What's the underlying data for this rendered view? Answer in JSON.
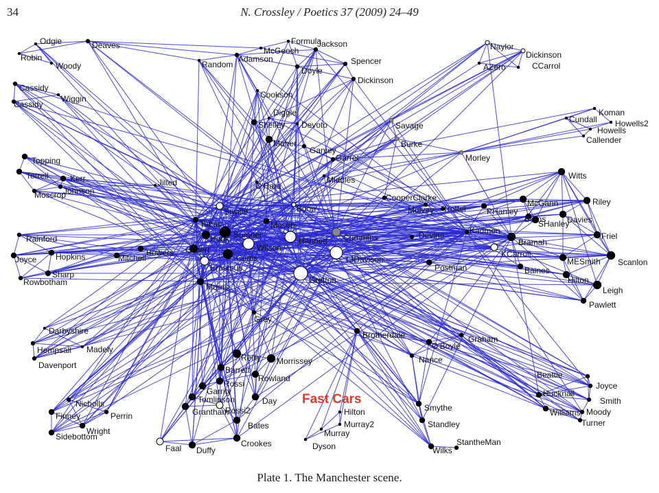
{
  "header": {
    "page_number": "34",
    "running_title": "N. Crossley / Poetics 37 (2009) 24–49"
  },
  "caption": "Plate 1.  The Manchester scene.",
  "annotation": {
    "text": "Fast Cars",
    "color": "#e03b2e"
  },
  "colors": {
    "edge": "#2a2ad0",
    "node": "#000000",
    "node_hollow": "#ffffff",
    "node_grey": "#888888"
  },
  "nodes": [
    {
      "id": "Odgie",
      "label": "Odgie"
    },
    {
      "id": "Robin",
      "label": "Robin"
    },
    {
      "id": "Woody",
      "label": "Woody"
    },
    {
      "id": "Deaves",
      "label": "Deaves"
    },
    {
      "id": "Cassidy",
      "label": "Cassidy"
    },
    {
      "id": "Cassidy2",
      "label": "Cassidy"
    },
    {
      "id": "Wiggin",
      "label": "Wiggin"
    },
    {
      "id": "Random",
      "label": "Random"
    },
    {
      "id": "Adamson",
      "label": "Adamson"
    },
    {
      "id": "McGeoch",
      "label": "McGeoch"
    },
    {
      "id": "Formula",
      "label": "Formula"
    },
    {
      "id": "Jackson",
      "label": "Jackson"
    },
    {
      "id": "Spencer",
      "label": "Spencer"
    },
    {
      "id": "Doyle",
      "label": "Doyle"
    },
    {
      "id": "Dickinson",
      "label": "Dickinson"
    },
    {
      "id": "Cookson",
      "label": "Cookson"
    },
    {
      "id": "Diggle",
      "label": "Diggle"
    },
    {
      "id": "Shelley",
      "label": "Shelley"
    },
    {
      "id": "Devoto",
      "label": "Devoto"
    },
    {
      "id": "Maher",
      "label": "Maher"
    },
    {
      "id": "Garvey",
      "label": "Garvey"
    },
    {
      "id": "Garret",
      "label": "Garret"
    },
    {
      "id": "Naylor",
      "label": "Naylor"
    },
    {
      "id": "Dickinson2",
      "label": "Dickinson"
    },
    {
      "id": "AZero",
      "label": "AZero"
    },
    {
      "id": "CCarrol",
      "label": "CCarrol"
    },
    {
      "id": "Savage",
      "label": "Savage"
    },
    {
      "id": "Burke",
      "label": "Burke"
    },
    {
      "id": "Morley",
      "label": "Morley"
    },
    {
      "id": "Koman",
      "label": "Koman"
    },
    {
      "id": "Cundall",
      "label": "Cundall"
    },
    {
      "id": "Howells2",
      "label": "Howells2"
    },
    {
      "id": "Howells",
      "label": "Howells"
    },
    {
      "id": "Callender",
      "label": "Callender"
    },
    {
      "id": "Topping",
      "label": "Topping"
    },
    {
      "id": "Terrell",
      "label": "Terrell"
    },
    {
      "id": "Kerr",
      "label": "Kerr"
    },
    {
      "id": "Johnson",
      "label": "Johnson"
    },
    {
      "id": "Moscrop",
      "label": "Moscrop"
    },
    {
      "id": "Jilted",
      "label": "Jilted"
    },
    {
      "id": "OHara",
      "label": "O'Hara"
    },
    {
      "id": "Middles",
      "label": "Middles"
    },
    {
      "id": "Saville",
      "label": "Saville"
    },
    {
      "id": "Boon",
      "label": "Boon"
    },
    {
      "id": "Tabac",
      "label": "Tabac"
    },
    {
      "id": "Mason",
      "label": "Mason"
    },
    {
      "id": "Hook",
      "label": "Hook"
    },
    {
      "id": "Sumner",
      "label": "Sumner"
    },
    {
      "id": "Hannett",
      "label": "Hannett"
    },
    {
      "id": "Cummins",
      "label": "Cummins"
    },
    {
      "id": "Gilbert",
      "label": "Gilbert"
    },
    {
      "id": "Wilson",
      "label": "Wilson"
    },
    {
      "id": "Curtis",
      "label": "Curtis"
    },
    {
      "id": "TJDavison",
      "label": "TJDavison"
    },
    {
      "id": "Erasmus",
      "label": "Erasmus"
    },
    {
      "id": "Gretton",
      "label": "Gretton"
    },
    {
      "id": "Morris",
      "label": "Morris"
    },
    {
      "id": "CooperClarke",
      "label": "CooperClarke"
    },
    {
      "id": "Mulvey",
      "label": "Mulvey"
    },
    {
      "id": "Trotter",
      "label": "Trotter"
    },
    {
      "id": "Devine",
      "label": "Devine"
    },
    {
      "id": "Kadmon",
      "label": "Kadmon"
    },
    {
      "id": "PHanley",
      "label": "PHanley"
    },
    {
      "id": "McGann",
      "label": "McGann"
    },
    {
      "id": "Burns",
      "label": "Burns"
    },
    {
      "id": "SHanley",
      "label": "SHanley"
    },
    {
      "id": "Bramah",
      "label": "Bramah"
    },
    {
      "id": "KCarroll",
      "label": "KCarroll"
    },
    {
      "id": "Baines",
      "label": "Baines"
    },
    {
      "id": "Postman",
      "label": "Postman"
    },
    {
      "id": "Witts",
      "label": "Witts"
    },
    {
      "id": "Riley",
      "label": "Riley"
    },
    {
      "id": "Davies",
      "label": "Davies"
    },
    {
      "id": "Friel",
      "label": "Friel"
    },
    {
      "id": "MESmith",
      "label": "MESmith"
    },
    {
      "id": "Scanlon",
      "label": "Scanlon"
    },
    {
      "id": "Hilton",
      "label": "Hilton"
    },
    {
      "id": "Leigh",
      "label": "Leigh"
    },
    {
      "id": "Pawlett",
      "label": "Pawlett"
    },
    {
      "id": "Rainford",
      "label": "Rainford"
    },
    {
      "id": "Joyce",
      "label": "Joyce"
    },
    {
      "id": "Hopkins",
      "label": "Hopkins"
    },
    {
      "id": "Mitchell",
      "label": "Mitchell"
    },
    {
      "id": "Bowers",
      "label": "Bowers"
    },
    {
      "id": "Sharp",
      "label": "Sharp"
    },
    {
      "id": "Rowbotham",
      "label": "Rowbotham"
    },
    {
      "id": "Grey",
      "label": "Grey"
    },
    {
      "id": "Darbyshire",
      "label": "Darbyshire"
    },
    {
      "id": "Hempsall",
      "label": "Hempsall"
    },
    {
      "id": "Madely",
      "label": "Madely"
    },
    {
      "id": "Davenport",
      "label": "Davenport"
    },
    {
      "id": "Reilly",
      "label": "Reilly"
    },
    {
      "id": "Morrissey",
      "label": "Morrissey"
    },
    {
      "id": "Barrett",
      "label": "Barrett"
    },
    {
      "id": "Rossi",
      "label": "Rossi"
    },
    {
      "id": "Rowland",
      "label": "Rowland"
    },
    {
      "id": "Garrity",
      "label": "Garrity"
    },
    {
      "id": "Tomlinson",
      "label": "Tomlinson"
    },
    {
      "id": "Day",
      "label": "Day"
    },
    {
      "id": "Grantham",
      "label": "Grantham"
    },
    {
      "id": "Rossi2",
      "label": "Rossi2"
    },
    {
      "id": "Bates",
      "label": "Bates"
    },
    {
      "id": "Crookes",
      "label": "Crookes"
    },
    {
      "id": "Duffy",
      "label": "Duffy"
    },
    {
      "id": "Faal",
      "label": "Faal"
    },
    {
      "id": "Nicholls",
      "label": "Nicholls"
    },
    {
      "id": "Finney",
      "label": "Finney"
    },
    {
      "id": "Perrin",
      "label": "Perrin"
    },
    {
      "id": "Wright",
      "label": "Wright"
    },
    {
      "id": "Sidebottom",
      "label": "Sidebottom"
    },
    {
      "id": "Brotherdale",
      "label": "Brotherdale"
    },
    {
      "id": "OBoyle",
      "label": "O'Boyle"
    },
    {
      "id": "Graham",
      "label": "Graham"
    },
    {
      "id": "Nance",
      "label": "Nance"
    },
    {
      "id": "Smythe",
      "label": "Smythe"
    },
    {
      "id": "Standley",
      "label": "Standley"
    },
    {
      "id": "Wilks",
      "label": "Wilks"
    },
    {
      "id": "StantheMan",
      "label": "StantheMan"
    },
    {
      "id": "HiltonB",
      "label": "Hilton"
    },
    {
      "id": "Murray2",
      "label": "Murray2"
    },
    {
      "id": "Murray",
      "label": "Murray"
    },
    {
      "id": "Dyson",
      "label": "Dyson"
    },
    {
      "id": "Beattie",
      "label": "Beattie"
    },
    {
      "id": "JoyceB",
      "label": "Joyce"
    },
    {
      "id": "Hucknall",
      "label": "Hucknall"
    },
    {
      "id": "Smith",
      "label": "Smith"
    },
    {
      "id": "Williams",
      "label": "Williams"
    },
    {
      "id": "Moody",
      "label": "Moody"
    },
    {
      "id": "Turner",
      "label": "Turner"
    }
  ]
}
